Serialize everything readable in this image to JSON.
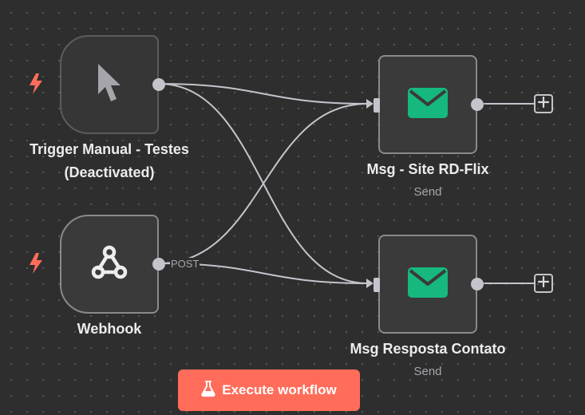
{
  "canvas": {
    "nodes": {
      "trigger_manual": {
        "label_line1": "Trigger Manual - Testes",
        "label_line2": "(Deactivated)",
        "icon": "mouse-pointer-icon",
        "status": "deactivated"
      },
      "webhook": {
        "label": "Webhook",
        "icon": "webhook-icon"
      },
      "msg_site": {
        "label": "Msg - Site RD-Flix",
        "subtitle": "Send",
        "icon": "envelope-icon"
      },
      "msg_contato": {
        "label": "Msg Resposta Contato",
        "subtitle": "Send",
        "icon": "envelope-icon"
      }
    },
    "connections": {
      "webhook_method_label": "POST"
    }
  },
  "toolbar": {
    "execute_label": "Execute workflow",
    "execute_icon": "flask-icon"
  },
  "colors": {
    "background": "#2e2e2e",
    "accent": "#ff6d5a",
    "email_icon": "#16b87e",
    "node_border": "#8a8a8a",
    "edge": "#c4c4cc"
  }
}
